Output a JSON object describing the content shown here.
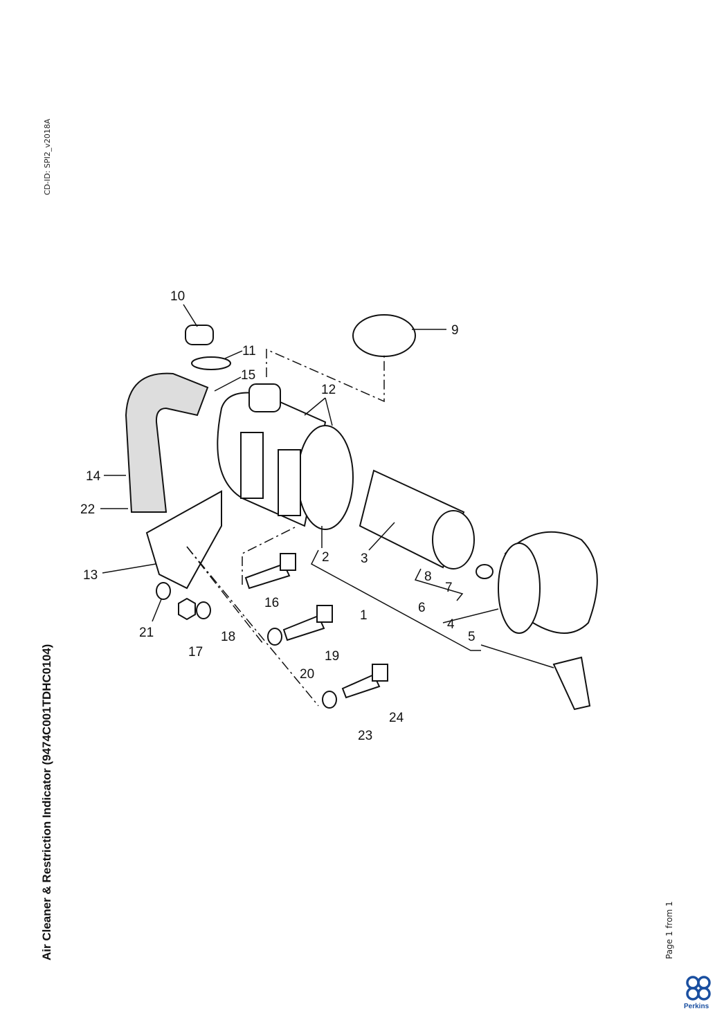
{
  "document": {
    "title": "Air Cleaner & Restriction Indicator (9474C001TDHC0104)",
    "cd_id": "CD-ID: SPI2_v2018A",
    "page_info": "Page 1 from 1",
    "logo_text": "Perkins"
  },
  "callouts": {
    "c1": "1",
    "c2": "2",
    "c3": "3",
    "c4": "4",
    "c5": "5",
    "c6": "6",
    "c7": "7",
    "c8": "8",
    "c9": "9",
    "c10": "10",
    "c11": "11",
    "c12": "12",
    "c13": "13",
    "c14": "14",
    "c15": "15",
    "c16": "16",
    "c17": "17",
    "c18": "18",
    "c19": "19",
    "c20": "20",
    "c21": "21",
    "c22": "22",
    "c23": "23",
    "c24": "24"
  },
  "colors": {
    "logo": "#1a4fa0",
    "ink": "#111111"
  }
}
